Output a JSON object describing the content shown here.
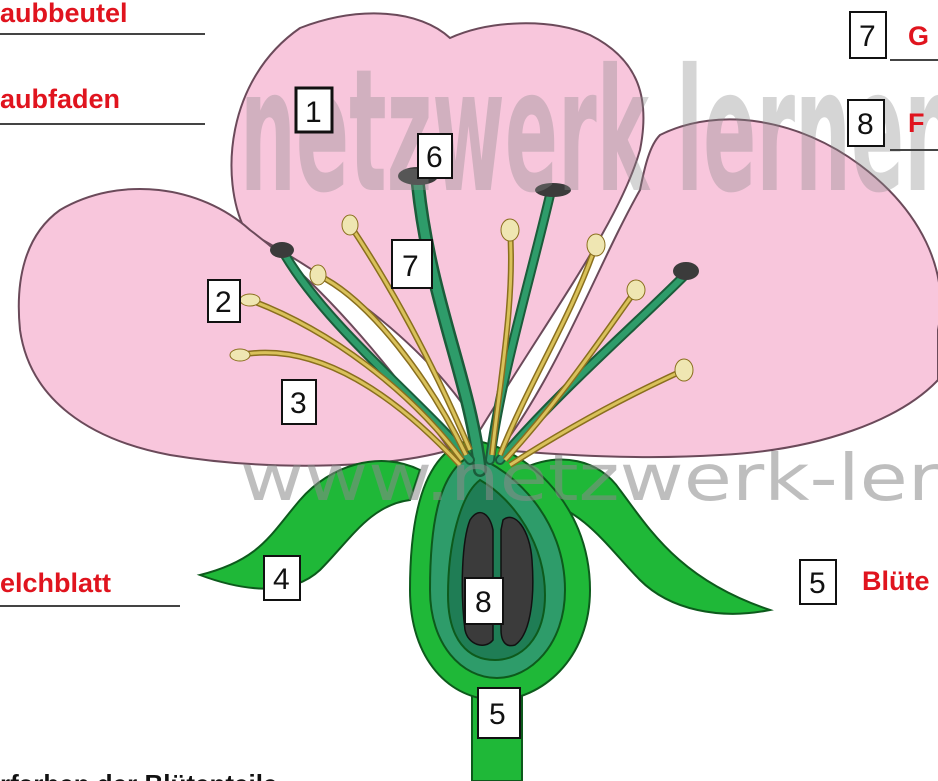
{
  "labels": {
    "staubbeutel": "aubbeutel",
    "staubfaden": "aubfaden",
    "kelchblatt": "elchblatt",
    "griffel": "G",
    "fruchtknoten": "F",
    "bluetenboden": "Blüte"
  },
  "numbers": {
    "n1": "1",
    "n2": "2",
    "n3": "3",
    "n4": "4",
    "n5_side": "5",
    "n5_stem": "5",
    "n6": "6",
    "n7_side": "7",
    "n7_center": "7",
    "n8_side": "8",
    "n8_center": "8"
  },
  "watermark": {
    "logo": "netzwerk lernen",
    "url": "www.netzwerk-ler"
  },
  "caption": "rfarben der Blütenteile",
  "colors": {
    "petal": "#f8c6dc",
    "sepal": "#1fb838",
    "inner_green": "#2e9c6a",
    "ovary": "#3b3b3b",
    "stamen": "#c9b04a",
    "anther": "#efe6b2",
    "label_red": "#e0141e"
  }
}
